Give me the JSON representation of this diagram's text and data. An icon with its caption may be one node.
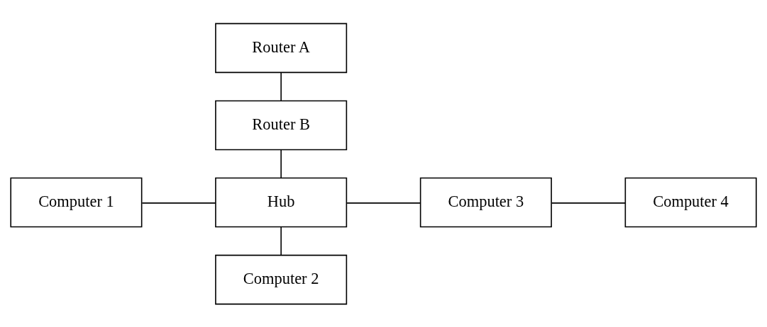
{
  "diagram": {
    "nodes": [
      {
        "text": [
          "Router A"
        ]
      },
      {
        "text": [
          "Router B"
        ]
      },
      {
        "text": [
          "Computer 1"
        ]
      },
      {
        "text": [
          "Hub"
        ]
      },
      {
        "text": [
          "Computer 3"
        ]
      },
      {
        "text": [
          "Computer 4"
        ]
      },
      {
        "text": [
          "Computer 2"
        ]
      }
    ],
    "edges": [
      {
        "from": 0,
        "to": 1,
        "arrow": "none"
      },
      {
        "from": 1,
        "to": 3,
        "arrow": "none"
      },
      {
        "from": 2,
        "to": 3,
        "arrow": "none"
      },
      {
        "from": 3,
        "to": 4,
        "arrow": "none"
      },
      {
        "from": 4,
        "to": 5,
        "arrow": "none"
      },
      {
        "from": 3,
        "to": 6,
        "arrow": "none"
      }
    ]
  }
}
